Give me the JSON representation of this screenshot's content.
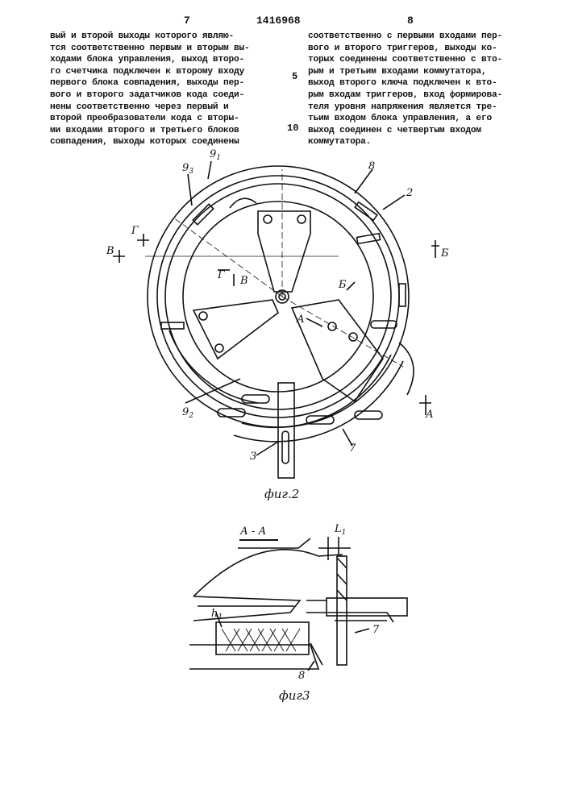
{
  "header": {
    "page_left": "7",
    "patent_number": "1416968",
    "page_right": "8"
  },
  "left_column": [
    "вый и второй выходы которого являю-",
    "тся соответственно первым и вторым вы-",
    "ходами блока управления, выход второ-",
    "го счетчика подключен к второму входу",
    "первого блока совпадения, выходы пер-",
    "вого и второго задатчиков кода соеди-",
    "нены соответственно через первый и",
    "второй преобразователи кода с вторы-",
    "ми входами второго и третьего блоков",
    "совпадения, выходы которых соединены"
  ],
  "right_column": [
    "соответственно с первыми входами пер-",
    "вого и второго триггеров, выходы ко-",
    "торых соединены соответственно с вто-",
    "рым и третьим входами коммутатора,",
    "выход второго ключа подключен к вто-",
    "рым входам триггеров, вход формирова-",
    "теля уровня напряжения является тре-",
    "тьим входом блока управления, а его",
    "выход соединен с четвертым входом",
    "коммутатора."
  ],
  "line_numbers": [
    "5",
    "10"
  ],
  "figure2": {
    "caption": "фиг.2",
    "labels": {
      "g1": "9",
      "g1_sub": "1",
      "g3": "9",
      "g3_sub": "3",
      "g2": "9",
      "g2_sub": "2",
      "eight": "8",
      "two": "2",
      "three": "3",
      "seven": "7",
      "sec_B_right": "Б",
      "sec_B_inner": "Б",
      "sec_G_left": "Г",
      "sec_G_inner": "Г",
      "sec_V_left": "В",
      "sec_V_inner": "В",
      "sec_A_center": "А",
      "sec_A_right": "А"
    }
  },
  "figure3": {
    "caption": "фиг3",
    "section_title": "А - А",
    "labels": {
      "L1": "L",
      "L1_sub": "1",
      "h1": "h",
      "h1_sub": "1",
      "seven": "7",
      "eight": "8"
    }
  }
}
